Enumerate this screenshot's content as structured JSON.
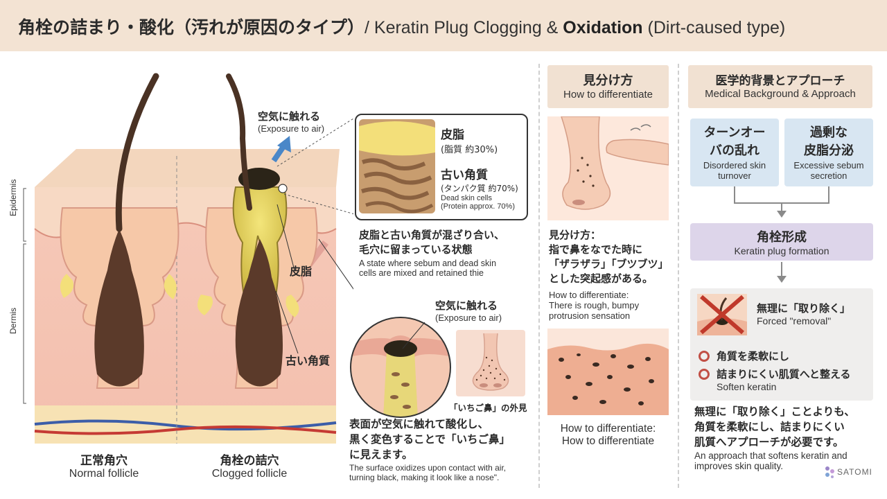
{
  "header": {
    "title_jp": "角栓の詰まり・酸化（汚れが原因のタイプ）",
    "title_en_prefix": "/ Keratin Plug Clogging & ",
    "title_en_bold": "Oxidation",
    "title_en_suffix": " (Dirt-caused type)"
  },
  "diagram": {
    "air_jp": "空気に触れる",
    "air_en": "(Exposure to air)",
    "layer_epidermis": "Epidermis",
    "layer_dermis": "Dermis",
    "label_sebum": "皮脂",
    "label_old_keratin": "古い角質",
    "normal_jp": "正常角穴",
    "normal_en": "Normal follicle",
    "clogged_jp": "角栓の詰穴",
    "clogged_en": "Clogged follicle"
  },
  "zoom": {
    "sebum_jp": "皮脂",
    "sebum_pct": "(脂質 約30%)",
    "dead_jp": "古い角質",
    "dead_pct": "(タンパク質 約70%)",
    "dead_en1": "Dead skin cells",
    "dead_en2": "(Protein approx. 70%)",
    "caption_jp1": "皮脂と古い角質が混ざり合い、",
    "caption_jp2": "毛穴に留まっている状態",
    "caption_en1": "A state where sebum and dead skin",
    "caption_en2": "cells are mixed and retained thie"
  },
  "oxidation": {
    "air_jp": "空気に触れる",
    "air_en": "(Exposure to air)",
    "nose_caption": "「いちご鼻」の外見",
    "caption_jp1": "表面が空気に触れて酸化し、",
    "caption_jp2": "黒く変色することで「いちご鼻」",
    "caption_jp3": "に見えます。",
    "caption_en1": "The surface oxidizes upon contact with air,",
    "caption_en2": "turning black, making it look like a nose\"."
  },
  "differentiate": {
    "head_jp": "見分け方",
    "head_en": "How to differentiate",
    "text_jp1": "見分け方：",
    "text_jp2": "指で鼻をなでた時に",
    "text_jp3": "「ザラザラ」「ブツブツ」",
    "text_jp4": "とした突起感がある。",
    "text_en1": "How to differentiate:",
    "text_en2": "There is  rough, bumpy",
    "text_en3": "protrusion sensation",
    "bottom_en1": "How to differentiate:",
    "bottom_en2": "How to differentiate"
  },
  "medical": {
    "head_jp": "医学的背景とアプローチ",
    "head_en": "Medical Background & Approach",
    "turnover_jp1": "ターンオー",
    "turnover_jp2": "バの乱れ",
    "turnover_en1": "Disordered skin",
    "turnover_en2": "turnover",
    "sebum_jp1": "過剰な",
    "sebum_jp2": "皮脂分泌",
    "sebum_en1": "Excessive sebum",
    "sebum_en2": "secretion",
    "plug_jp": "角栓形成",
    "plug_en": "Keratin plug formation",
    "removal_jp": "無理に「取り除く」",
    "removal_en": "Forced \"removal\"",
    "soften_jp": "角質を柔軟にし",
    "improve_jp": "詰まりにくい肌質へと整える",
    "soften_en": "Soften keratin",
    "summary_jp1": "無理に「取り除く」ことよりも、",
    "summary_jp2": "角質を柔軟にし、詰まりにくい",
    "summary_jp3": "肌質へアプローチが必要です。",
    "summary_en1": "An approach that softens keratin and",
    "summary_en2": "improves skin quality."
  },
  "brand": {
    "name": "SATOMI"
  },
  "colors": {
    "accent_red": "#c14f45",
    "header_bg": "#f3e3d3",
    "blue_box": "#d8e6f2",
    "purple_box": "#ddd5ea"
  }
}
